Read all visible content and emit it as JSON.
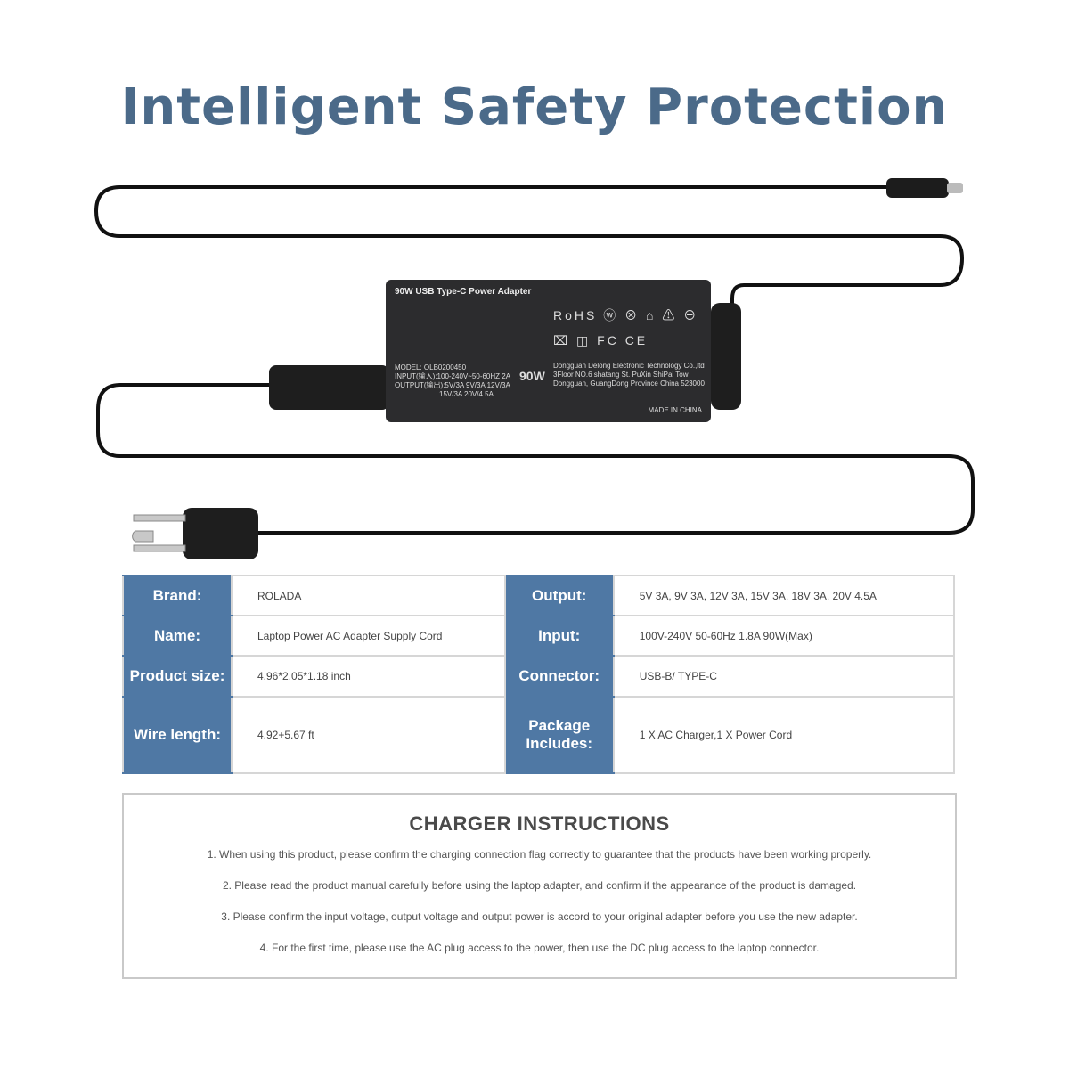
{
  "title": "Intelligent Safety Protection",
  "adapter": {
    "heading": "90W USB Type-C Power Adapter",
    "model": "MODEL: OLB0200450",
    "input": "INPUT(输入):100-240V~50-60HZ 2A",
    "output": "OUTPUT(输出):5V/3A 9V/3A 12V/3A",
    "output2": "15V/3A 20V/4.5A",
    "watt": "90W",
    "maker": "Dongguan Delong Electronic Technology Co.,ltd 3Floor NO.6 shatang St. PuXin ShiPai Tow Dongguan, GuangDong Province China 523000",
    "made_in": "MADE IN CHINA",
    "symbols": "RoHS ⓦ ⊗ ⌂ ⚠ ⊖ ⌧ ◫ FC CE"
  },
  "specs": [
    {
      "label": "Brand:",
      "value": "ROLADA",
      "label2": "Output:",
      "value2": "5V 3A, 9V 3A, 12V 3A, 15V 3A, 18V 3A, 20V 4.5A"
    },
    {
      "label": "Name:",
      "value": "Laptop Power AC Adapter Supply Cord",
      "label2": "Input:",
      "value2": "100V-240V 50-60Hz 1.8A 90W(Max)"
    },
    {
      "label": "Product size:",
      "value": "4.96*2.05*1.18 inch",
      "label2": "Connector:",
      "value2": "USB-B/ TYPE-C"
    },
    {
      "label": "Wire length:",
      "value": "4.92+5.67 ft",
      "label2": "Package Includes:",
      "value2": "1 X AC Charger,1 X Power Cord"
    }
  ],
  "instructions": {
    "heading": "CHARGER INSTRUCTIONS",
    "items": [
      "1. When using this product, please confirm the charging connection flag correctly to guarantee that the products have been working properly.",
      "2. Please read the product manual carefully before using the laptop adapter, and confirm if the appearance of the product is damaged.",
      "3. Please confirm the input voltage, output voltage and output power is accord to your original adapter before you use the new adapter.",
      "4. For the first time, please use the AC plug access to the power, then use the DC plug access to the laptop connector."
    ]
  }
}
